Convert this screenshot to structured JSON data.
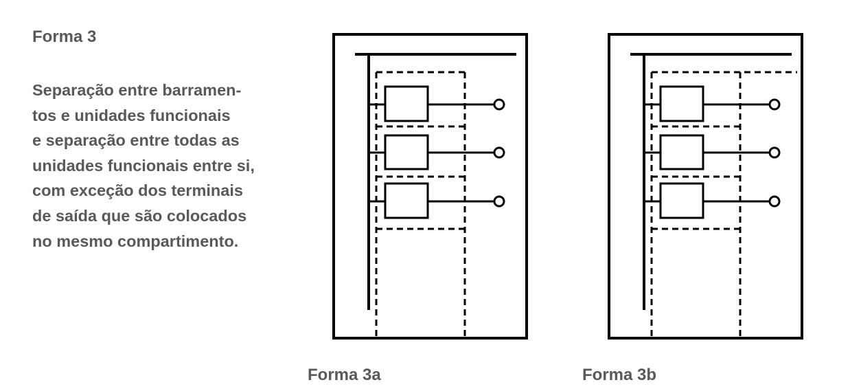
{
  "title": "Forma 3",
  "description_lines": [
    "Separação entre barramen-",
    "tos e unidades funcionais",
    "e separação entre todas as",
    "unidades funcionais entre si,",
    "com exceção dos terminais",
    "de saída que são colocados",
    "no mesmo compartimento."
  ],
  "diagrams": [
    {
      "label": "Forma 3a"
    },
    {
      "label": "Forma 3b"
    }
  ]
}
